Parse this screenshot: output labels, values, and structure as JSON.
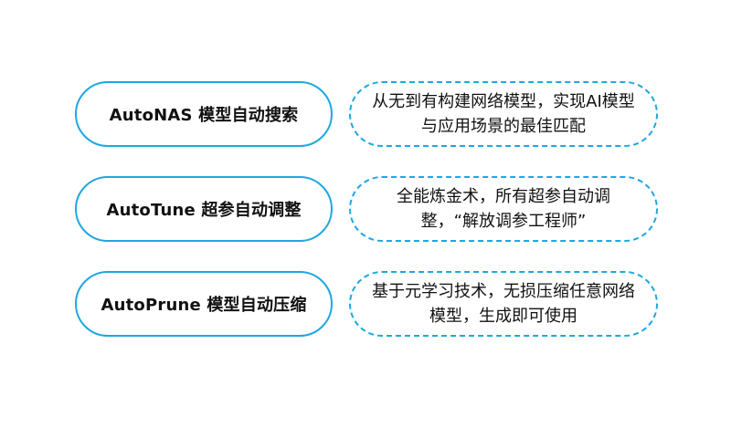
{
  "accent_color": "#1fa7e0",
  "items": [
    {
      "title": "AutoNAS 模型自动搜索",
      "description": "从无到有构建网络模型，实现AI模型与应用场景的最佳匹配"
    },
    {
      "title": "AutoTune 超参自动调整",
      "description": "全能炼金术，所有超参自动调整，“解放调参工程师”"
    },
    {
      "title": "AutoPrune 模型自动压缩",
      "description": "基于元学习技术，无损压缩任意网络模型，生成即可使用"
    }
  ]
}
